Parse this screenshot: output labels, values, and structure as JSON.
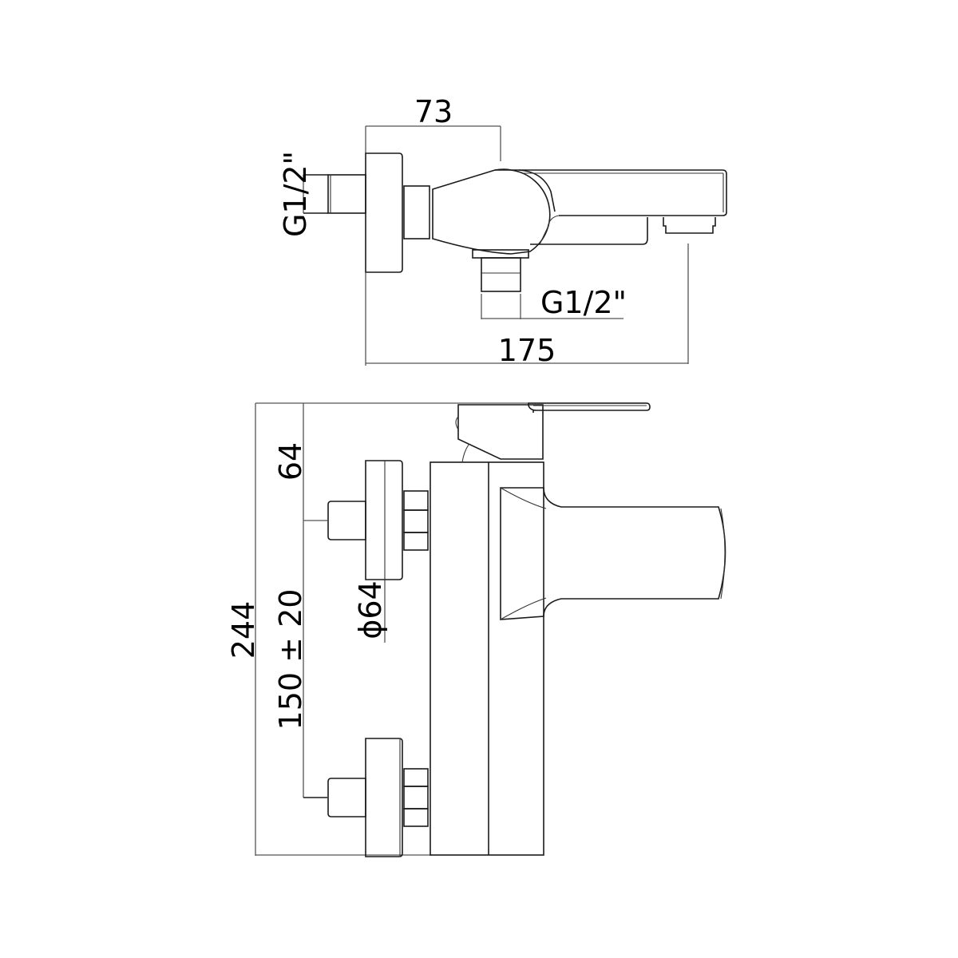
{
  "top_view": {
    "dim_width_top": "73",
    "dim_inlet_left": "G1/2\"",
    "dim_outlet_bottom": "G1/2\"",
    "dim_total_length": "175"
  },
  "front_view": {
    "dim_top_offset": "64",
    "dim_total_height": "244",
    "dim_inlet_spacing": "150 ± 20",
    "dim_flange_diameter": "ϕ64"
  },
  "colors": {
    "line": "#1a1a1a",
    "dimension_line": "#555555",
    "background": "#ffffff"
  }
}
